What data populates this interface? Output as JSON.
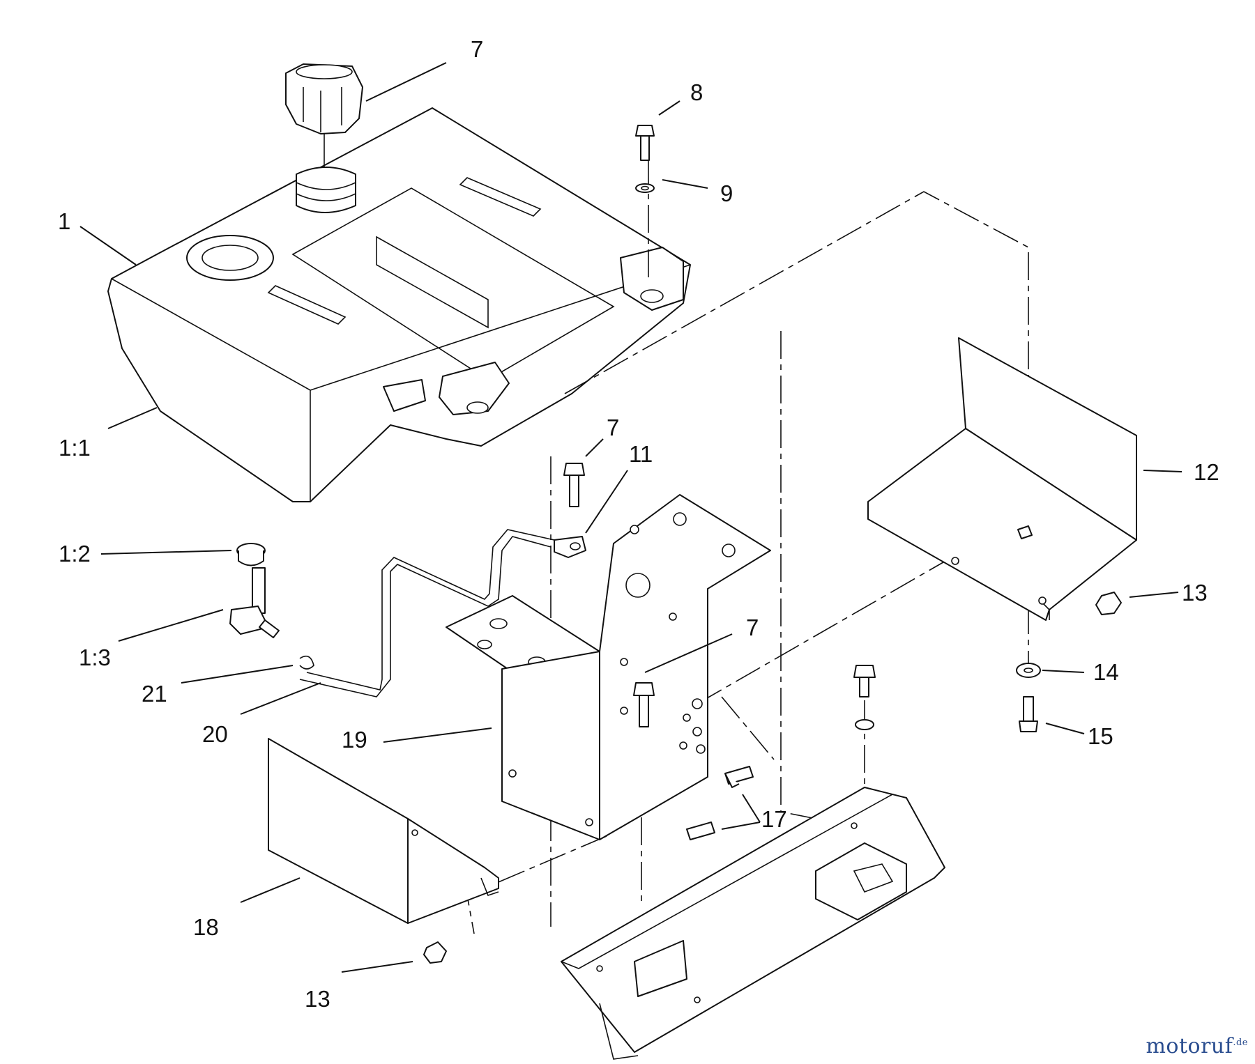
{
  "diagram": {
    "callouts": [
      "1",
      "1:1",
      "1:2",
      "1:3",
      "7",
      "7",
      "7",
      "8",
      "9",
      "11",
      "12",
      "13",
      "13",
      "14",
      "15",
      "17",
      "18",
      "19",
      "20",
      "21"
    ]
  },
  "watermark": {
    "brand": "motoruf",
    "tld": ".de"
  },
  "colors": {
    "line": "#111111",
    "watermark": "#2a4d8f"
  }
}
